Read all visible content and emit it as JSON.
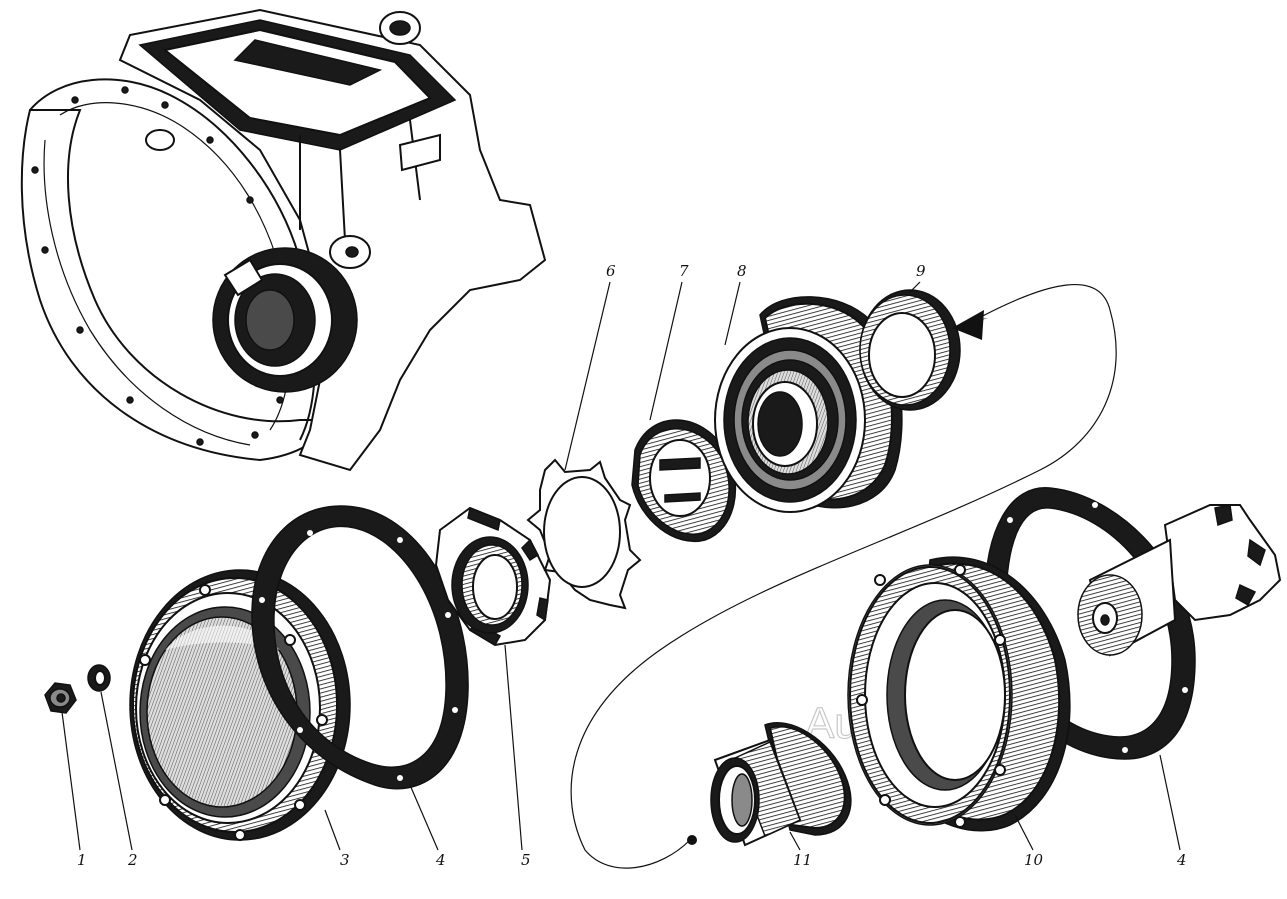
{
  "callouts": {
    "c1": "1",
    "c2": "2",
    "c3": "3",
    "c4a": "4",
    "c5": "5",
    "c6": "6",
    "c7": "7",
    "c8": "8",
    "c9": "9",
    "c10": "10",
    "c11": "11",
    "c4b": "4"
  },
  "watermark": "AutoSoft"
}
